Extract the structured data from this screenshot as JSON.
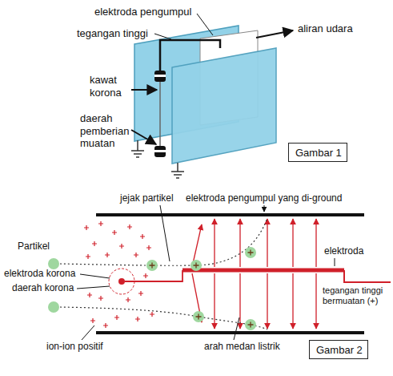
{
  "diagram": {
    "nodes": [
      {
        "text": [
          "Gambar 1"
        ]
      },
      {
        "text": [
          "Gambar 2"
        ]
      }
    ],
    "labels": [
      "elektroda pengumpul",
      "tegangan tinggi",
      "aliran udara",
      "kawat korona",
      "daerah pemberian muatan",
      "jejak partikel",
      "elektroda pengumpul yang di-ground",
      "Partikel",
      "elektroda",
      "tegangan tinggi bermuatan (+)",
      "elektroda korona",
      "daerah korona",
      "ion-ion positif",
      "arah medan listrik"
    ]
  }
}
